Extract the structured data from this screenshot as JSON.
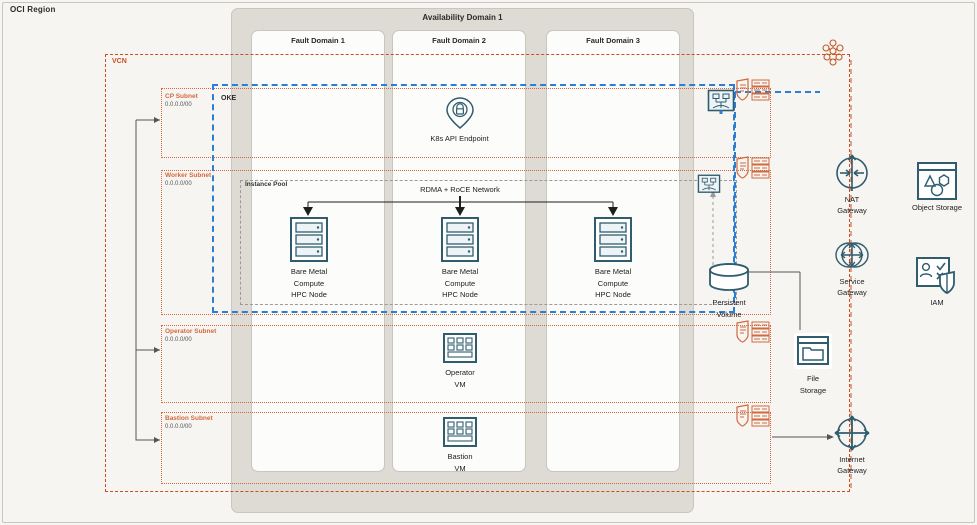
{
  "region": {
    "label": "OCI Region"
  },
  "availability_domain": {
    "label": "Availability Domain 1",
    "fault_domains": [
      {
        "label": "Fault Domain 1"
      },
      {
        "label": "Fault Domain 2"
      },
      {
        "label": "Fault Domain 3"
      }
    ]
  },
  "vcn": {
    "label": "VCN"
  },
  "oke": {
    "label": "OKE"
  },
  "instance_pool": {
    "label": "Instance Pool"
  },
  "network": {
    "rdma_label": "RDMA + RoCE Network"
  },
  "subnets": [
    {
      "name": "cp",
      "title": "CP Subnet",
      "cidr": "0.0.0.0/00"
    },
    {
      "name": "worker",
      "title": "Worker Subnet",
      "cidr": "0.0.0.0/00"
    },
    {
      "name": "operator",
      "title": "Operator Subnet",
      "cidr": "0.0.0.0/00"
    },
    {
      "name": "bastion",
      "title": "Bastion Subnet",
      "cidr": "0.0.0.0/00"
    }
  ],
  "nodes": {
    "k8s_api_endpoint": "K8s API Endpoint",
    "bare_metal_1": "Bare Metal\nCompute\nHPC Node",
    "bare_metal_line1": "Bare Metal",
    "bare_metal_line2": "Compute",
    "bare_metal_line3": "HPC Node",
    "operator_vm_line1": "Operator",
    "operator_vm_line2": "VM",
    "bastion_vm_line1": "Bastion",
    "bastion_vm_line2": "VM"
  },
  "services": {
    "persistent_volume_line1": "Persistent",
    "persistent_volume_line2": "Volume",
    "file_storage_line1": "File",
    "file_storage_line2": "Storage",
    "nat_gateway_line1": "NAT",
    "nat_gateway_line2": "Gateway",
    "service_gateway_line1": "Service",
    "service_gateway_line2": "Gateway",
    "internet_gateway_line1": "Internet",
    "internet_gateway_line2": "Gateway",
    "object_storage": "Object Storage",
    "iam": "IAM"
  },
  "colors": {
    "orange": "#d2693e",
    "vcn_orange": "#c74f22",
    "blue_dash": "#2a7fd4",
    "teal": "#2f5d6e",
    "ad_grey": "#dedad4",
    "bg": "#f7f5f2"
  }
}
